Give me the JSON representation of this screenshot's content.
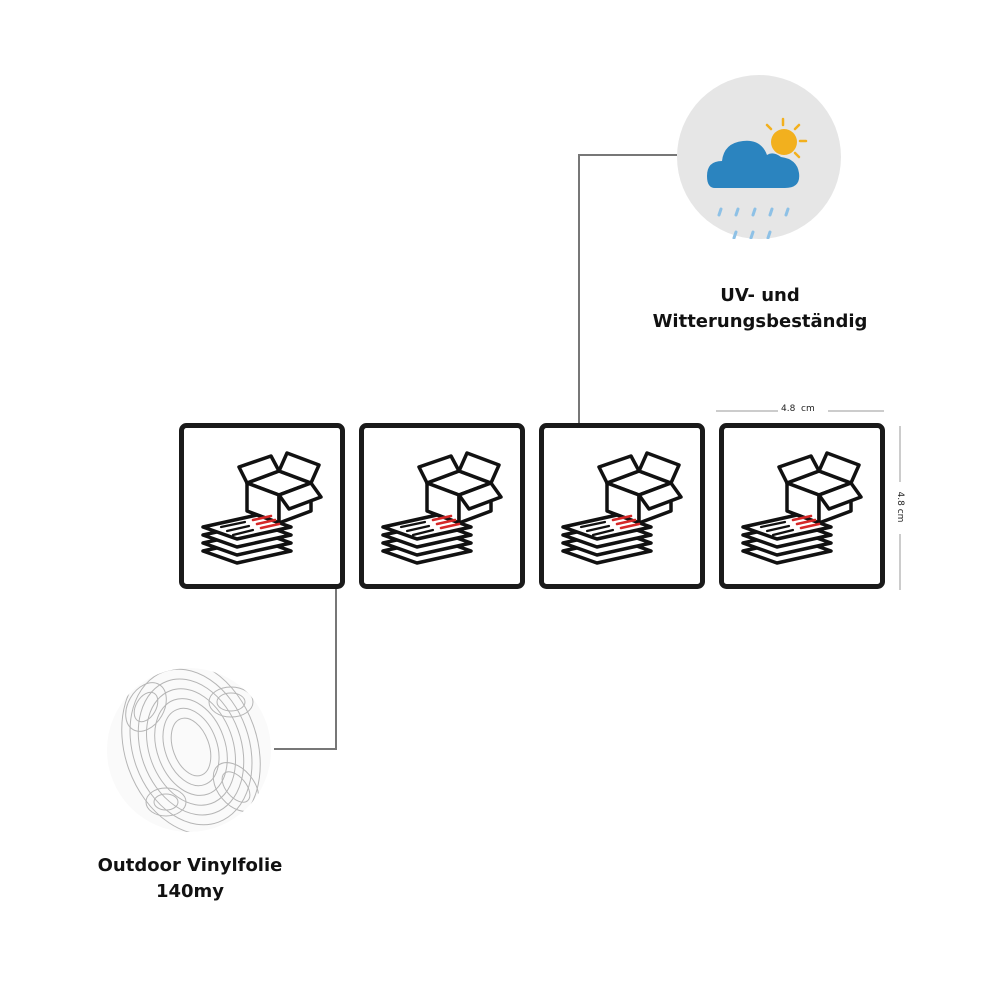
{
  "features": {
    "weather": {
      "line1": "UV- und",
      "line2": "Witterungsbeständig",
      "icon": "cloud-rain-sun-icon"
    },
    "material": {
      "line1": "Outdoor Vinylfolie",
      "line2": "140my",
      "icon": "vinyl-texture-icon"
    }
  },
  "dimensions": {
    "width": "4.8  cm",
    "height": "4.8 cm"
  },
  "stickers": {
    "count": 4,
    "icon": "package-documents-icon"
  },
  "colors": {
    "frame": "#1a1a1a",
    "cloud": "#2b84bf",
    "sun": "#f2b01e",
    "accent": "#d62828",
    "circle_bg": "#e6e6e6",
    "connector": "#777777"
  }
}
